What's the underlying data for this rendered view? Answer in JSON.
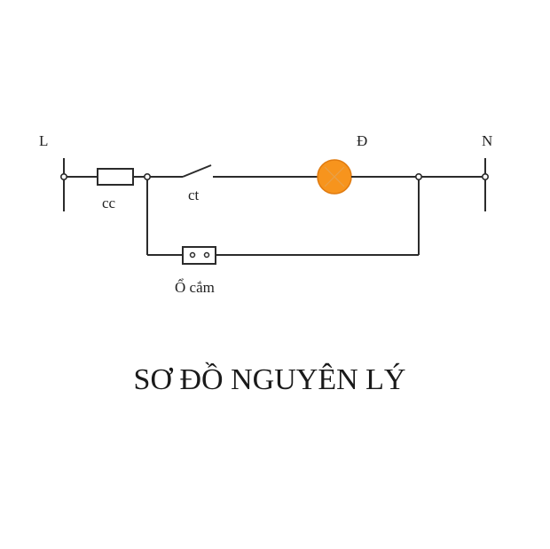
{
  "diagram": {
    "title": "SƠ ĐỒ NGUYÊN LÝ",
    "terminals": {
      "line": "L",
      "neutral": "N"
    },
    "components": {
      "fuse": {
        "label": "cc"
      },
      "switch": {
        "label": "ct"
      },
      "lamp": {
        "label": "Đ",
        "color": "#f7941d"
      },
      "socket": {
        "label": "Ổ cắm"
      }
    },
    "colors": {
      "wire": "#2b2b2b",
      "lamp_fill": "#f7941d",
      "background": "#ffffff"
    }
  }
}
